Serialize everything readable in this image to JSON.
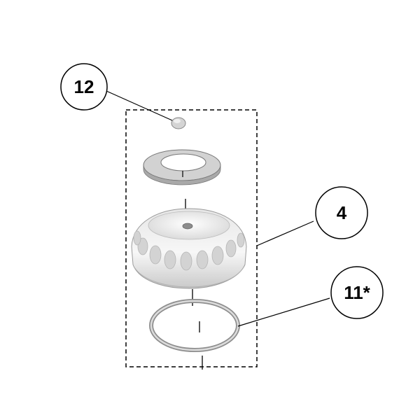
{
  "diagram": {
    "callouts": [
      {
        "id": "c12",
        "label": "12"
      },
      {
        "id": "c4",
        "label": "4"
      },
      {
        "id": "c11",
        "label": "11*"
      }
    ],
    "colors": {
      "outline": "#000000",
      "part_fill": "#f2f2f2",
      "part_shade": "#bdbdbd",
      "washer_fill": "#d6d6d6"
    }
  }
}
